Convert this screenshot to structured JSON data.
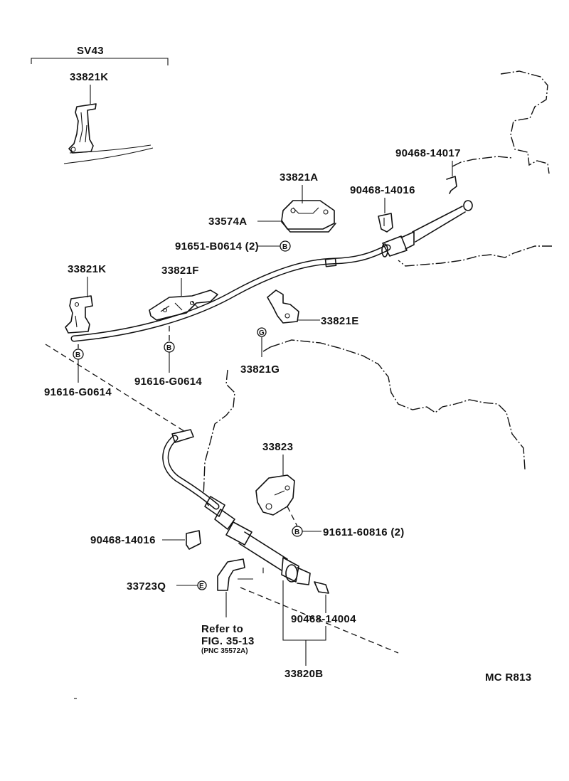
{
  "diagram": {
    "header_group": "SV43",
    "code": "MC R813",
    "labels": {
      "p33821K_top": "33821K",
      "p33821A": "33821A",
      "p33574A": "33574A",
      "p91651": "91651-B0614 (2)",
      "p90468_14017": "90468-14017",
      "p90468_14016_top": "90468-14016",
      "p33821K_mid": "33821K",
      "p33821F": "33821F",
      "p33821E": "33821E",
      "p33821G": "33821G",
      "p91616_left": "91616-G0614",
      "p91616_mid": "91616-G0614",
      "p33823": "33823",
      "p91611": "91611-60816 (2)",
      "p90468_14016_bot": "90468-14016",
      "p33723Q": "33723Q",
      "p90468_14004": "90468-14004",
      "p33820B": "33820B"
    },
    "refer": {
      "line1": "Refer to",
      "line2": "FIG. 35-13",
      "line3": "(PNC 35572A)"
    },
    "symbols": {
      "bolt": "B",
      "nut": "G",
      "clip": "E"
    }
  }
}
